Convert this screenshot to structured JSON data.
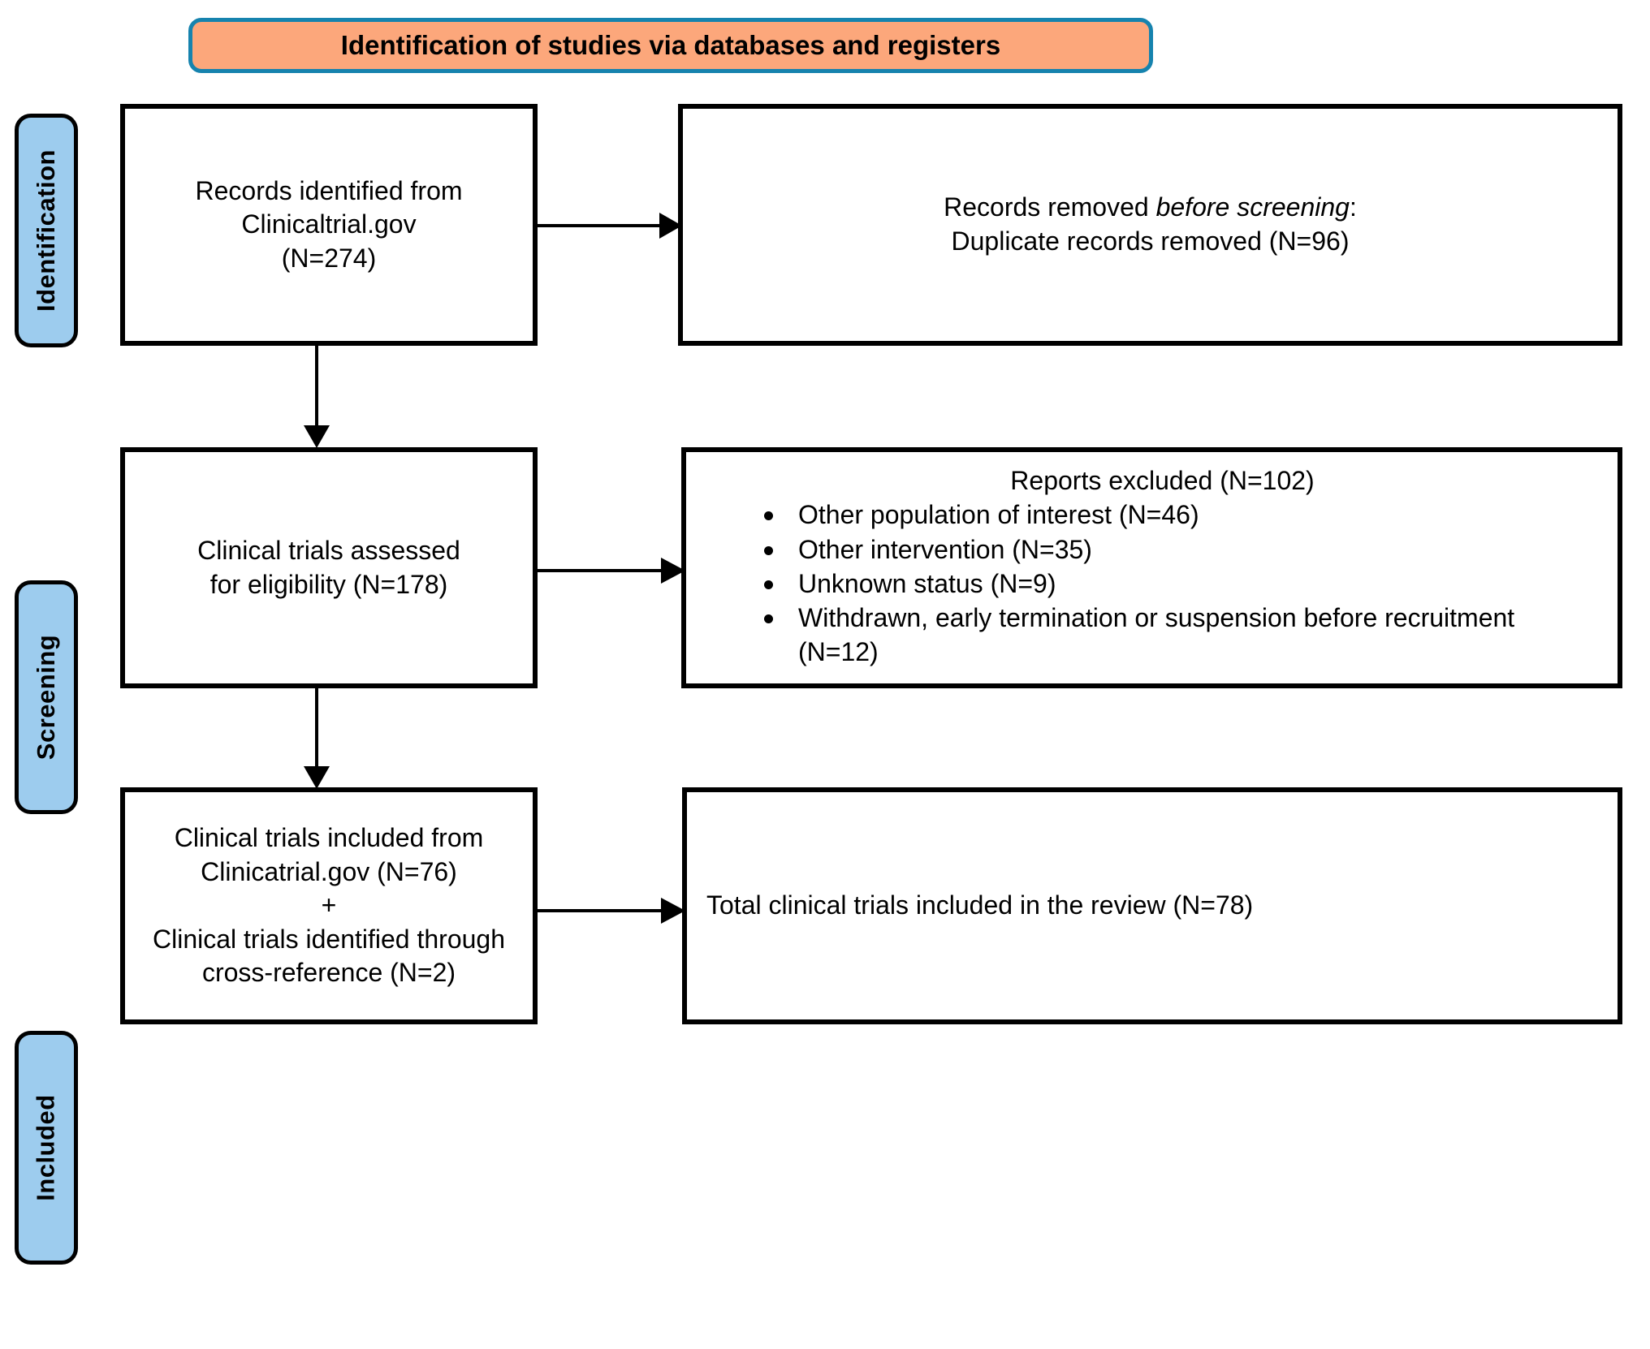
{
  "header": {
    "title": "Identification of studies via databases and registers",
    "fill_color": "#FCA77B",
    "border_color": "#1683AE"
  },
  "stages": [
    {
      "label": "Identification",
      "fill_color": "#9DCCEE"
    },
    {
      "label": "Screening",
      "fill_color": "#9DCCEE"
    },
    {
      "label": "Included",
      "fill_color": "#9DCCEE"
    }
  ],
  "boxes": {
    "records_identified": {
      "line1": "Records identified from",
      "line2": "Clinicaltrial.gov",
      "line3": "(N=274)"
    },
    "records_removed": {
      "line1_prefix": "Records removed ",
      "line1_italic": "before screening",
      "line1_suffix": ":",
      "line2": "Duplicate records removed (N=96)"
    },
    "assessed": {
      "line1": "Clinical trials assessed",
      "line2": "for eligibility (N=178)"
    },
    "excluded": {
      "title": "Reports excluded (N=102)",
      "items": [
        "Other population of interest (N=46)",
        "Other intervention (N=35)",
        "Unknown status (N=9)",
        "Withdrawn, early termination or suspension before recruitment (N=12)"
      ]
    },
    "included": {
      "line1": "Clinical trials included from",
      "line2": "Clinicatrial.gov (N=76)",
      "line3": "+",
      "line4": "Clinical trials identified through",
      "line5": "cross-reference (N=2)"
    },
    "total": {
      "line1": "Total clinical trials included in the review (N=78)"
    }
  },
  "chart_data": {
    "type": "diagram",
    "title": "Identification of studies via databases and registers",
    "diagram_kind": "PRISMA flow diagram",
    "stages": [
      "Identification",
      "Screening",
      "Included"
    ],
    "nodes": [
      {
        "id": "records_identified",
        "stage": "Identification",
        "label": "Records identified from Clinicaltrial.gov",
        "count": 274
      },
      {
        "id": "records_removed",
        "stage": "Identification",
        "label": "Records removed before screening: Duplicate records removed",
        "count": 96
      },
      {
        "id": "assessed",
        "stage": "Screening",
        "label": "Clinical trials assessed for eligibility",
        "count": 178
      },
      {
        "id": "excluded",
        "stage": "Screening",
        "label": "Reports excluded",
        "count": 102,
        "breakdown": [
          {
            "label": "Other population of interest",
            "count": 46
          },
          {
            "label": "Other intervention",
            "count": 35
          },
          {
            "label": "Unknown status",
            "count": 9
          },
          {
            "label": "Withdrawn, early termination or suspension before recruitment",
            "count": 12
          }
        ]
      },
      {
        "id": "included",
        "stage": "Included",
        "label": "Clinical trials included from Clinicatrial.gov",
        "count": 76,
        "additional": {
          "label": "Clinical trials identified through cross-reference",
          "count": 2
        }
      },
      {
        "id": "total",
        "stage": "Included",
        "label": "Total clinical trials included in the review",
        "count": 78
      }
    ],
    "edges": [
      {
        "from": "records_identified",
        "to": "records_removed",
        "direction": "right"
      },
      {
        "from": "records_identified",
        "to": "assessed",
        "direction": "down"
      },
      {
        "from": "assessed",
        "to": "excluded",
        "direction": "right"
      },
      {
        "from": "assessed",
        "to": "included",
        "direction": "down"
      },
      {
        "from": "included",
        "to": "total",
        "direction": "right"
      }
    ]
  }
}
